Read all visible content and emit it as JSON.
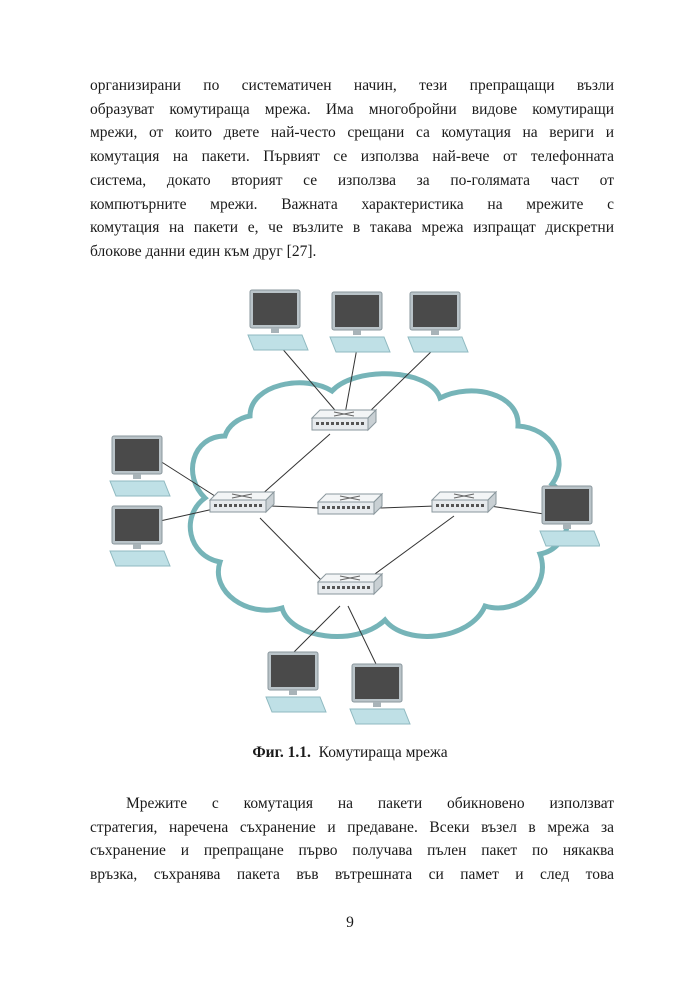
{
  "paragraph1": [
    "организирани по систематичен начин, тези препращащи възли",
    "образуват комутираща мрежа. Има многобройни видове комутиращи",
    "мрежи, от които двете най-често срещани са комутация на вериги и",
    "комутация на пакети. Първият се използва най-вече от телефонната",
    "система, докато вторият се използва за по-голямата част от",
    "компютърните мрежи. Важната характеристика на мрежите с",
    "комутация на пакети е, че възлите в такава мрежа изпращат дискретни",
    "блокове данни един към друг [27]."
  ],
  "figure": {
    "label": "Фиг. 1.1.",
    "caption": "Комутираща мрежа",
    "colors": {
      "cloud_outline": "#76b4b8",
      "monitor_screen": "#4a4a4a",
      "monitor_frame": "#b9c3c8",
      "keyboard": "#bfe0e6",
      "switch_body": "#e6eaed",
      "link_line": "#333333"
    }
  },
  "paragraph2": [
    "Мрежите с комутация на пакети обикновено използват",
    "стратегия, наречена съхранение и предаване. Всеки възел в мрежа за",
    "съхранение и препращане първо получава пълен пакет по някаква",
    "връзка, съхранява пакета във вътрешната си памет и след това"
  ],
  "page_number": "9"
}
